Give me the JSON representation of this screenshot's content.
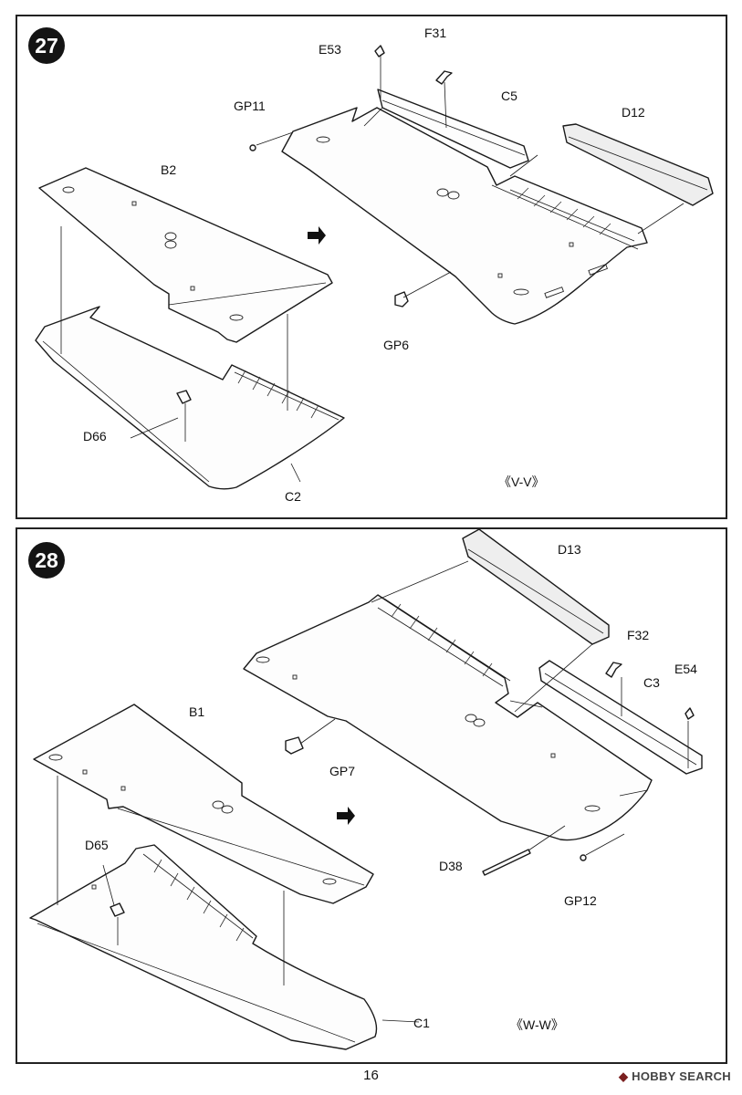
{
  "steps": [
    {
      "number": "27",
      "view_label": "《V-V》",
      "labels": {
        "E53": "E53",
        "F31": "F31",
        "GP11": "GP11",
        "C5": "C5",
        "D12": "D12",
        "B2": "B2",
        "GP6": "GP6",
        "D66": "D66",
        "C2": "C2"
      }
    },
    {
      "number": "28",
      "view_label": "《W-W》",
      "labels": {
        "D13": "D13",
        "F32": "F32",
        "E54": "E54",
        "C3": "C3",
        "B1": "B1",
        "GP7": "GP7",
        "D65": "D65",
        "D38": "D38",
        "GP12": "GP12",
        "C1": "C1"
      }
    }
  ],
  "page_number": "16",
  "watermark": "HOBBY SEARCH"
}
